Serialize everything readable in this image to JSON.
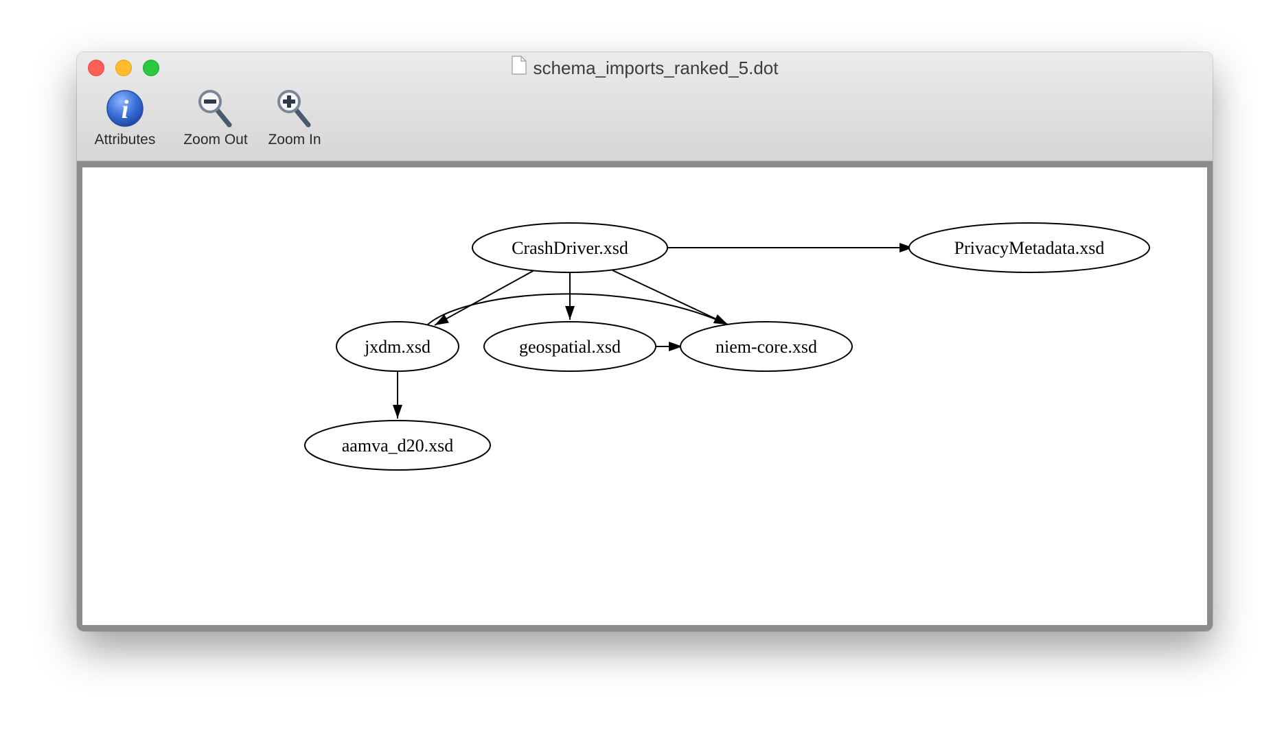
{
  "window": {
    "title": "schema_imports_ranked_5.dot",
    "title_icon": "document-icon"
  },
  "toolbar": {
    "items": [
      {
        "label": "Attributes",
        "icon": "info-icon"
      },
      {
        "label": "Zoom Out",
        "icon": "zoom-out-icon"
      },
      {
        "label": "Zoom In",
        "icon": "zoom-in-icon"
      }
    ]
  },
  "graph": {
    "nodes": {
      "crashdriver": "CrashDriver.xsd",
      "privacy": "PrivacyMetadata.xsd",
      "jxdm": "jxdm.xsd",
      "geospatial": "geospatial.xsd",
      "niemcore": "niem-core.xsd",
      "aamva": "aamva_d20.xsd"
    },
    "edges": [
      {
        "from": "CrashDriver.xsd",
        "to": "PrivacyMetadata.xsd"
      },
      {
        "from": "CrashDriver.xsd",
        "to": "jxdm.xsd"
      },
      {
        "from": "CrashDriver.xsd",
        "to": "geospatial.xsd"
      },
      {
        "from": "CrashDriver.xsd",
        "to": "niem-core.xsd"
      },
      {
        "from": "jxdm.xsd",
        "to": "niem-core.xsd"
      },
      {
        "from": "geospatial.xsd",
        "to": "niem-core.xsd"
      },
      {
        "from": "jxdm.xsd",
        "to": "aamva_d20.xsd"
      }
    ]
  },
  "colors": {
    "close": "#ff5f57",
    "minimize": "#febc2e",
    "zoom": "#28c840",
    "info_blue": "#3a6fd8"
  }
}
